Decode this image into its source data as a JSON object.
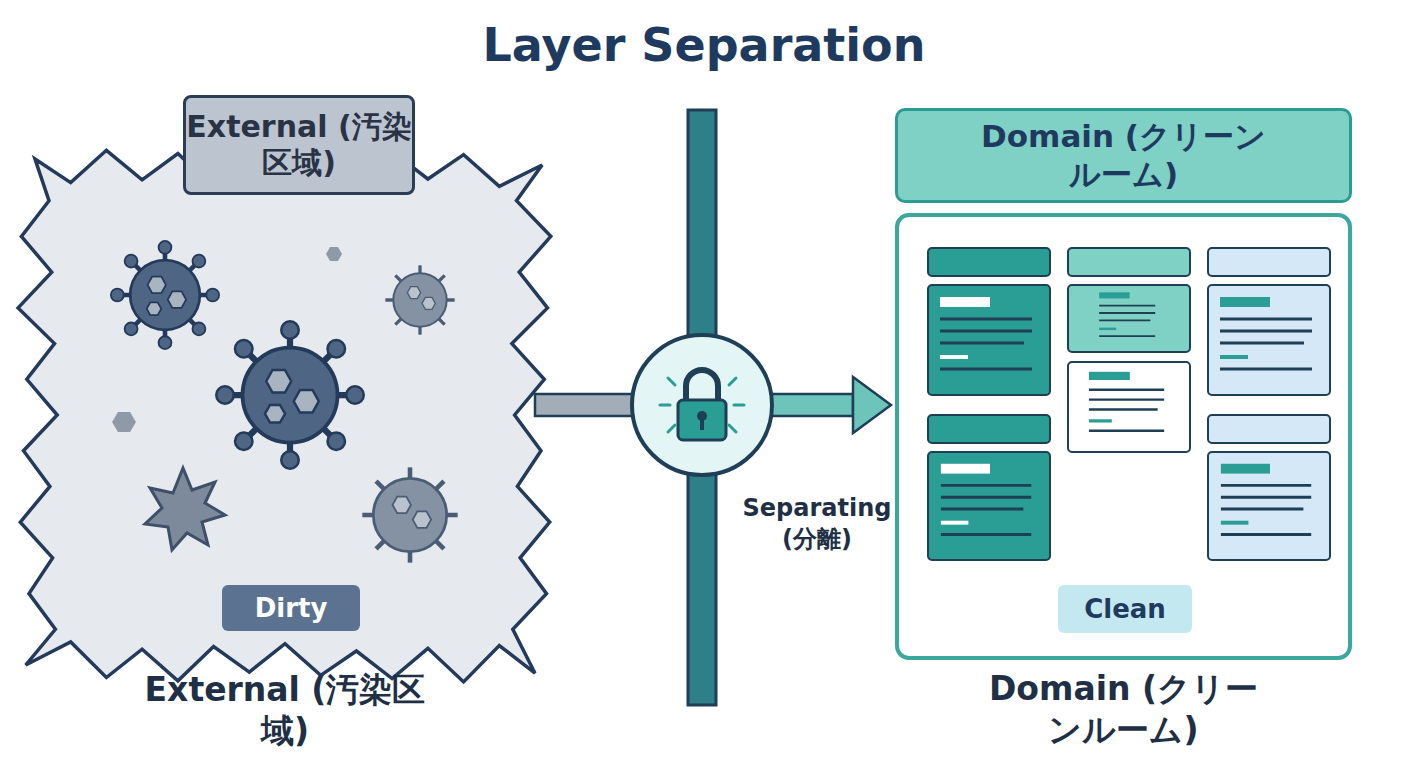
{
  "diagram": {
    "title": "Layer Separation",
    "nodes": [
      {
        "text": [
          "External (汚染区域)"
        ]
      },
      {
        "text": [
          "External (汚染区域)"
        ],
        "in": 0
      },
      {
        "text": [
          "Dirty"
        ],
        "in": 0
      },
      {
        "text": [
          "Domain (クリーンルーム)"
        ]
      },
      {
        "text": [
          "Domain (クリーンルーム)"
        ]
      },
      {
        "text": [
          "Clean"
        ],
        "in": 4
      }
    ],
    "edges": [
      {
        "from": 0,
        "to": 4,
        "arrow": "to",
        "label": "Separating (分離)"
      }
    ]
  }
}
